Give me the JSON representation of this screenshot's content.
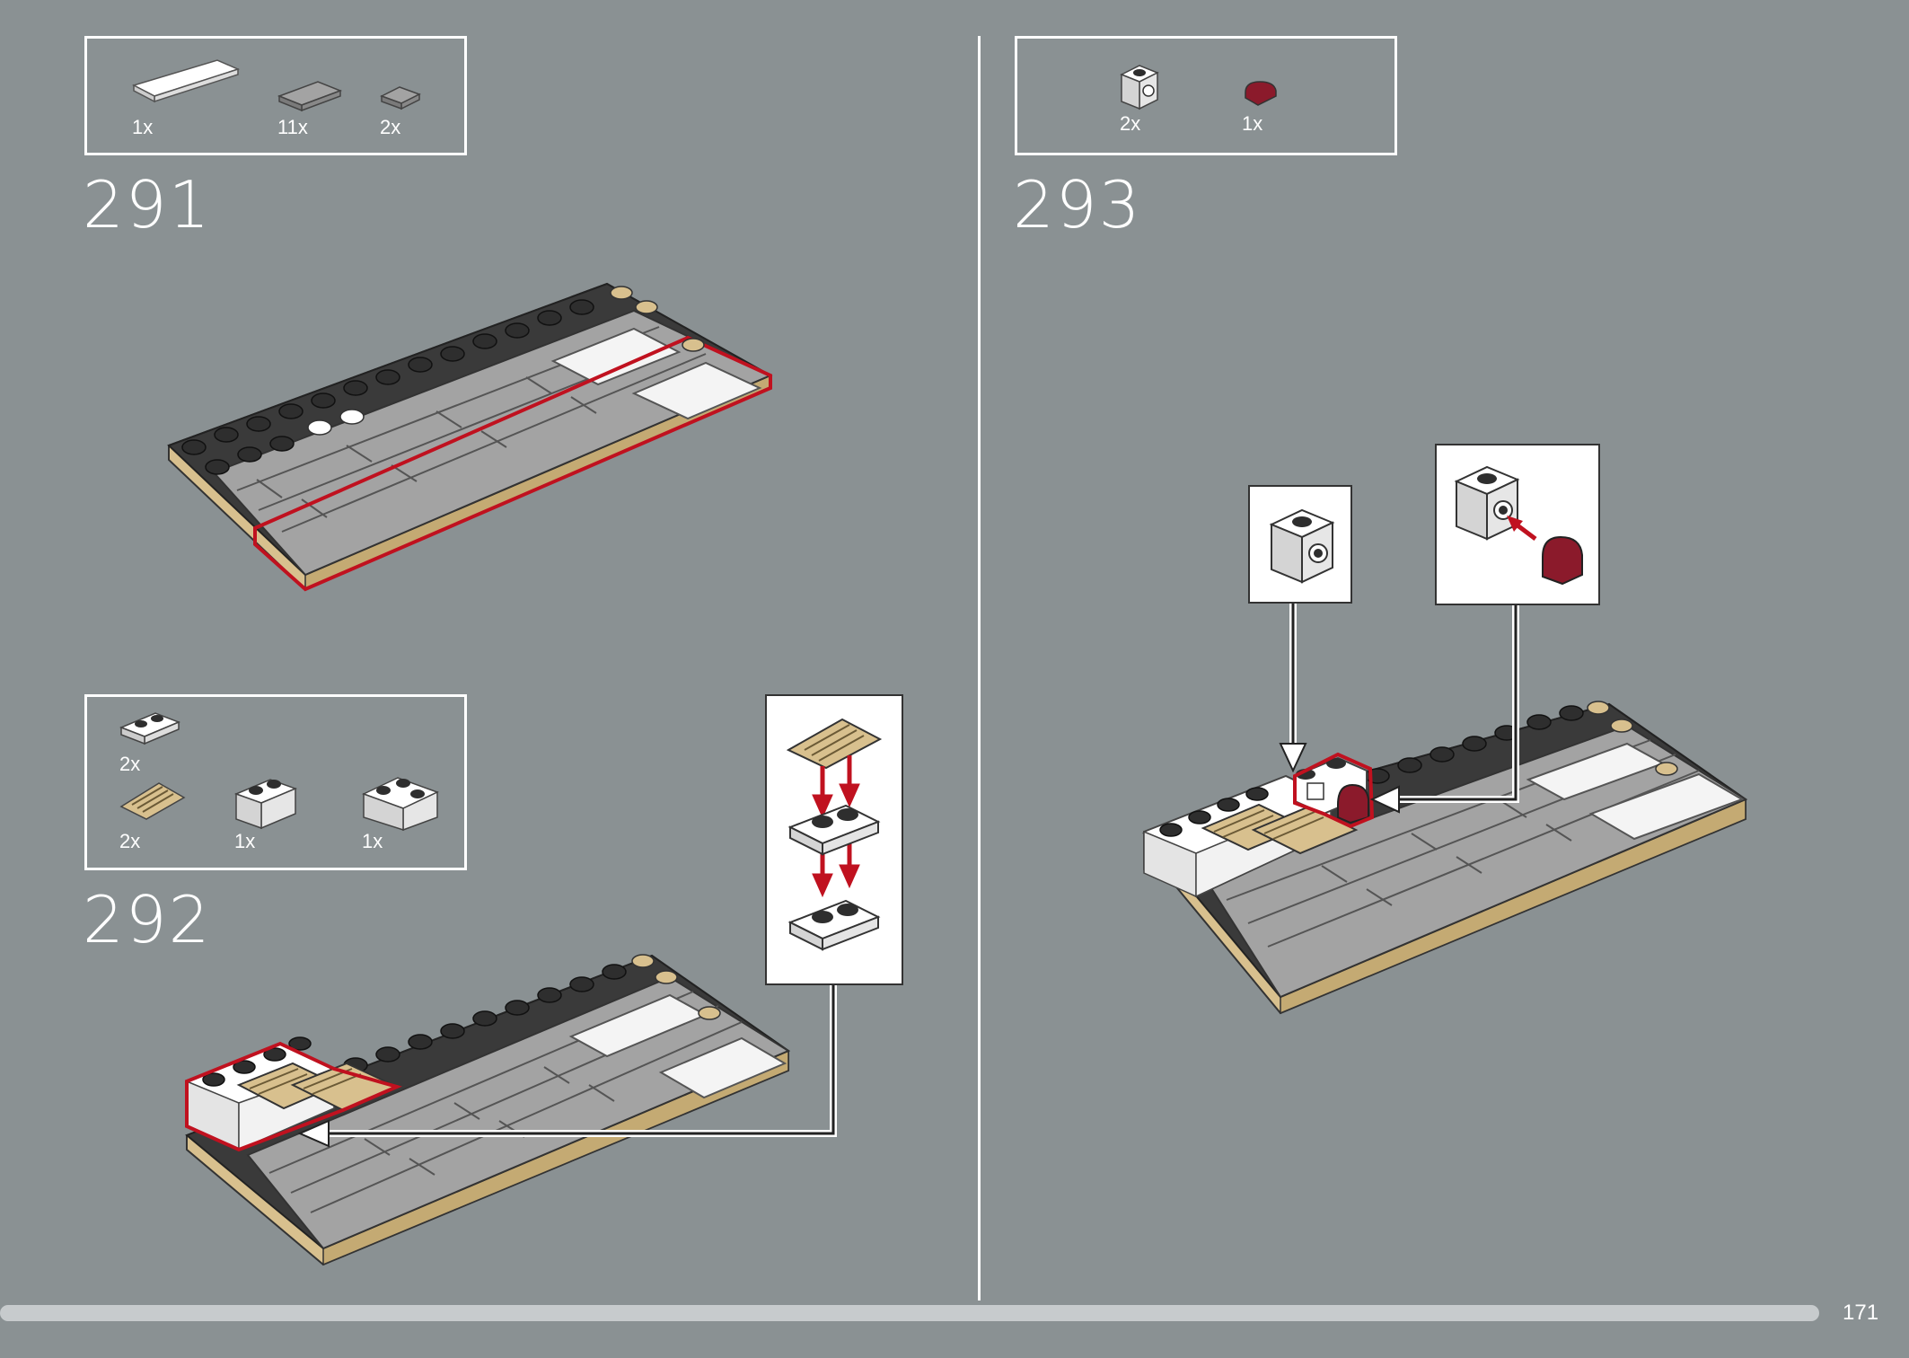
{
  "steps": [
    {
      "number": "291",
      "parts": [
        {
          "qty": "1x",
          "icon": "white-tile-1x6-icon"
        },
        {
          "qty": "11x",
          "icon": "gray-tile-1x2-icon"
        },
        {
          "qty": "2x",
          "icon": "gray-tile-1x1-icon"
        }
      ]
    },
    {
      "number": "292",
      "parts": [
        {
          "qty": "2x",
          "icon": "white-plate-1x2-icon"
        },
        {
          "qty": "2x",
          "icon": "tan-slope-stairs-icon"
        },
        {
          "qty": "1x",
          "icon": "white-brick-1x2-icon"
        },
        {
          "qty": "1x",
          "icon": "white-corner-brick-icon"
        }
      ]
    },
    {
      "number": "293",
      "parts": [
        {
          "qty": "2x",
          "icon": "white-bracket-brick-icon"
        },
        {
          "qty": "1x",
          "icon": "dark-red-arch-tile-icon"
        }
      ]
    }
  ],
  "page_number": "171",
  "colors": {
    "background": "#8a9193",
    "highlight": "#c0111f",
    "dark_red": "#8b1a2b",
    "tan": "#d8c08e",
    "gray_tile": "#a3a3a3",
    "black_stud": "#2e2e2e"
  }
}
